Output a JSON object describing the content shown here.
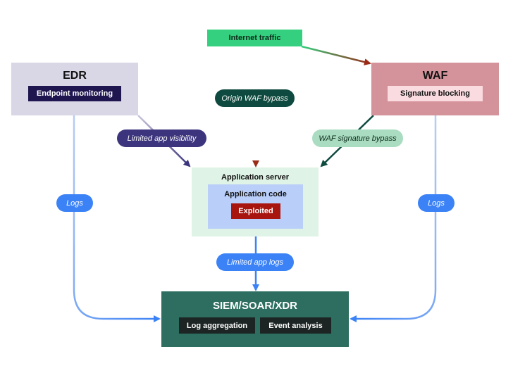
{
  "nodes": {
    "internet": {
      "label": "Internet traffic"
    },
    "edr": {
      "title": "EDR",
      "sub": "Endpoint monitoring"
    },
    "waf": {
      "title": "WAF",
      "sub": "Signature blocking"
    },
    "app_server": {
      "title": "Application server",
      "code": "Application code",
      "status": "Exploited"
    },
    "siem": {
      "title": "SIEM/SOAR/XDR",
      "left": "Log aggregation",
      "right": "Event analysis"
    }
  },
  "edges": {
    "origin_bypass": "Origin WAF bypass",
    "limited_visibility": "Limited app visibility",
    "waf_sig_bypass": "WAF signature bypass",
    "edr_logs": "Logs",
    "waf_logs": "Logs",
    "limited_logs": "Limited app logs"
  },
  "colors": {
    "internet": "#34d07f",
    "edr_bg": "#d9d6e5",
    "edr_inner": "#1f1650",
    "waf_bg": "#d4929a",
    "waf_inner": "#fadbe0",
    "app_bg": "#dff3e6",
    "code_bg": "#b9cffa",
    "exploited": "#a8140e",
    "siem_bg": "#2d6e60",
    "siem_inner": "#1c2523",
    "origin_pill": "#0e4a3f",
    "visibility_pill": "#3c357d",
    "waf_pill": "#a9dcc0",
    "blue_pill": "#3b82f6",
    "arrow_red": "#9b2b17",
    "arrow_blue": "#3b82f6",
    "line_light_blue": "#a9c4f0"
  }
}
